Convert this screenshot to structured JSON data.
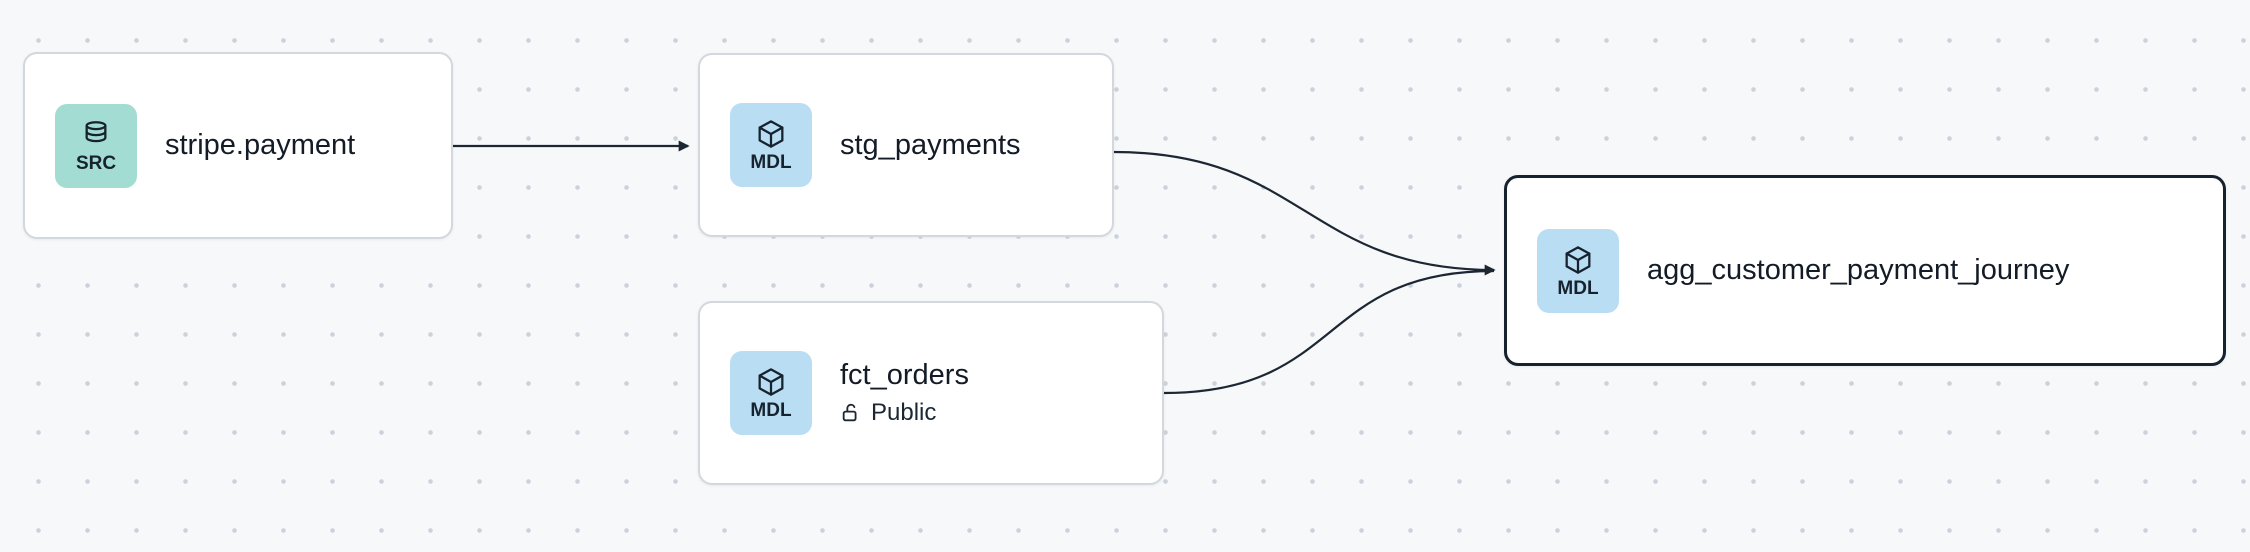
{
  "diagram": {
    "type": "data-lineage-graph",
    "background_color": "#f7f8fa",
    "dot_grid_color": "#ccd2db",
    "edge_color": "#1d2633",
    "node_border_color": "#d3d8de",
    "selected_node_border_color": "#16232e",
    "badge_colors": {
      "source": "#a3dcd2",
      "model": "#b9ddf3"
    }
  },
  "nodes": [
    {
      "id": "stripe_payment",
      "title": "stripe.payment",
      "badge": {
        "label": "SRC",
        "icon": "database-icon"
      },
      "selected": false
    },
    {
      "id": "stg_payments",
      "title": "stg_payments",
      "badge": {
        "label": "MDL",
        "icon": "cube-icon"
      },
      "selected": false
    },
    {
      "id": "fct_orders",
      "title": "fct_orders",
      "subtitle": "Public",
      "subtitle_icon": "unlock-icon",
      "badge": {
        "label": "MDL",
        "icon": "cube-icon"
      },
      "selected": false
    },
    {
      "id": "agg_customer_payment_journey",
      "title": "agg_customer_payment_journey",
      "badge": {
        "label": "MDL",
        "icon": "cube-icon"
      },
      "selected": true
    }
  ],
  "edges": [
    {
      "from": "stripe_payment",
      "to": "stg_payments"
    },
    {
      "from": "stg_payments",
      "to": "agg_customer_payment_journey"
    },
    {
      "from": "fct_orders",
      "to": "agg_customer_payment_journey"
    }
  ]
}
